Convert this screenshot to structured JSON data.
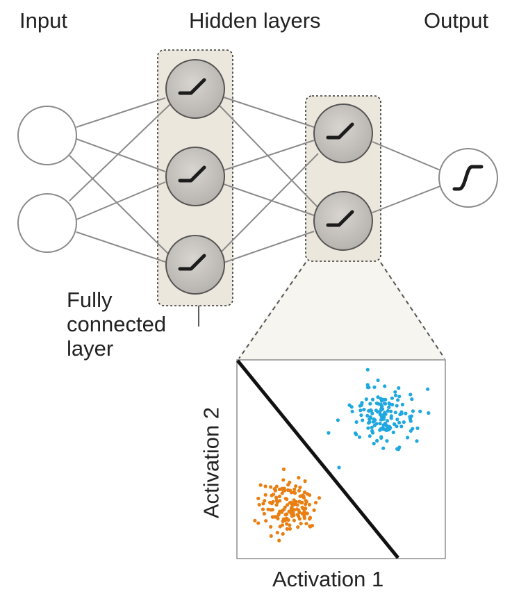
{
  "labels": {
    "input": "Input",
    "hidden": "Hidden layers",
    "output": "Output",
    "fc_line1": "Fully",
    "fc_line2": "connected",
    "fc_line3": "layer"
  },
  "inset": {
    "x_axis_label": "Activation 1",
    "y_axis_label": "Activation 2",
    "cluster_colors": {
      "cluster_1": "#e97f12",
      "cluster_2": "#1fa8df"
    },
    "decision_boundary_color": "#111111"
  },
  "colors": {
    "layer_box_fill": "#ece7dc",
    "hidden_node_fill": "#c6c3bf",
    "input_node_fill": "#ffffff",
    "edge": "#8a8a8a"
  }
}
